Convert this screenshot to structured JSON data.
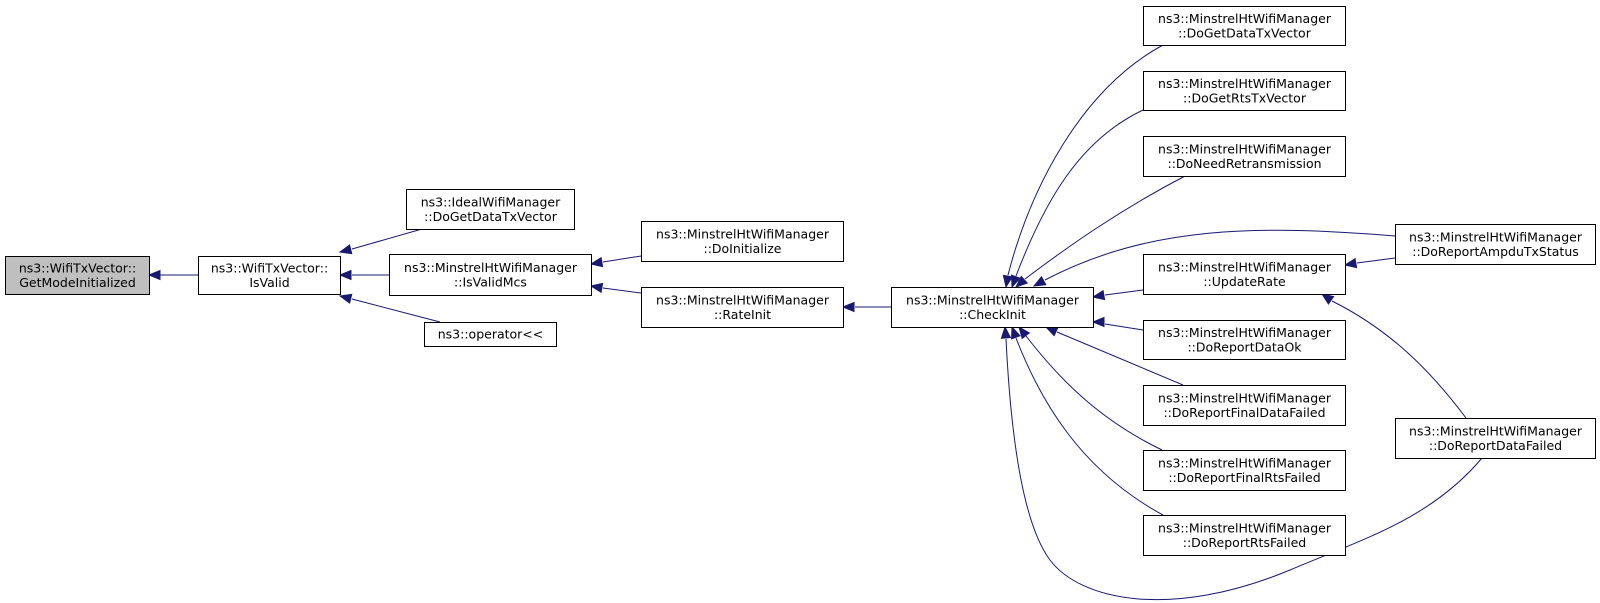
{
  "nodes": [
    {
      "id": "root",
      "lines": [
        "ns3::WifiTxVector::",
        "GetModeInitialized"
      ],
      "highlight": true
    },
    {
      "id": "isvalid",
      "lines": [
        "ns3::WifiTxVector::",
        "IsValid"
      ]
    },
    {
      "id": "ideal",
      "lines": [
        "ns3::IdealWifiManager",
        "::DoGetDataTxVector"
      ]
    },
    {
      "id": "isvalidmcs",
      "lines": [
        "ns3::MinstrelHtWifiManager",
        "::IsValidMcs"
      ]
    },
    {
      "id": "operator",
      "lines": [
        "ns3::operator<<"
      ]
    },
    {
      "id": "doinit",
      "lines": [
        "ns3::MinstrelHtWifiManager",
        "::DoInitialize"
      ]
    },
    {
      "id": "rateinit",
      "lines": [
        "ns3::MinstrelHtWifiManager",
        "::RateInit"
      ]
    },
    {
      "id": "checkinit",
      "lines": [
        "ns3::MinstrelHtWifiManager",
        "::CheckInit"
      ]
    },
    {
      "id": "getdata",
      "lines": [
        "ns3::MinstrelHtWifiManager",
        "::DoGetDataTxVector"
      ]
    },
    {
      "id": "getrts",
      "lines": [
        "ns3::MinstrelHtWifiManager",
        "::DoGetRtsTxVector"
      ]
    },
    {
      "id": "needretx",
      "lines": [
        "ns3::MinstrelHtWifiManager",
        "::DoNeedRetransmission"
      ]
    },
    {
      "id": "updaterate",
      "lines": [
        "ns3::MinstrelHtWifiManager",
        "::UpdateRate"
      ]
    },
    {
      "id": "dataok",
      "lines": [
        "ns3::MinstrelHtWifiManager",
        "::DoReportDataOk"
      ]
    },
    {
      "id": "finaldata",
      "lines": [
        "ns3::MinstrelHtWifiManager",
        "::DoReportFinalDataFailed"
      ]
    },
    {
      "id": "finalrts",
      "lines": [
        "ns3::MinstrelHtWifiManager",
        "::DoReportFinalRtsFailed"
      ]
    },
    {
      "id": "rtsfailed",
      "lines": [
        "ns3::MinstrelHtWifiManager",
        "::DoReportRtsFailed"
      ]
    },
    {
      "id": "ampdu",
      "lines": [
        "ns3::MinstrelHtWifiManager",
        "::DoReportAmpduTxStatus"
      ]
    },
    {
      "id": "datafailed",
      "lines": [
        "ns3::MinstrelHtWifiManager",
        "::DoReportDataFailed"
      ]
    }
  ],
  "edges": [
    {
      "from": "isvalid",
      "to": "root"
    },
    {
      "from": "ideal",
      "to": "isvalid"
    },
    {
      "from": "isvalidmcs",
      "to": "isvalid"
    },
    {
      "from": "operator",
      "to": "isvalid"
    },
    {
      "from": "doinit",
      "to": "isvalidmcs"
    },
    {
      "from": "rateinit",
      "to": "isvalidmcs"
    },
    {
      "from": "checkinit",
      "to": "rateinit"
    },
    {
      "from": "getdata",
      "to": "checkinit"
    },
    {
      "from": "getrts",
      "to": "checkinit"
    },
    {
      "from": "needretx",
      "to": "checkinit"
    },
    {
      "from": "ampdu",
      "to": "checkinit"
    },
    {
      "from": "updaterate",
      "to": "checkinit"
    },
    {
      "from": "dataok",
      "to": "checkinit"
    },
    {
      "from": "finaldata",
      "to": "checkinit"
    },
    {
      "from": "finalrts",
      "to": "checkinit"
    },
    {
      "from": "rtsfailed",
      "to": "checkinit"
    },
    {
      "from": "datafailed",
      "to": "checkinit"
    },
    {
      "from": "ampdu",
      "to": "updaterate"
    },
    {
      "from": "datafailed",
      "to": "updaterate"
    }
  ],
  "colors": {
    "edge": "#191970",
    "root_fill": "#bfbfbf",
    "node_fill": "#ffffff",
    "border": "#000000"
  }
}
